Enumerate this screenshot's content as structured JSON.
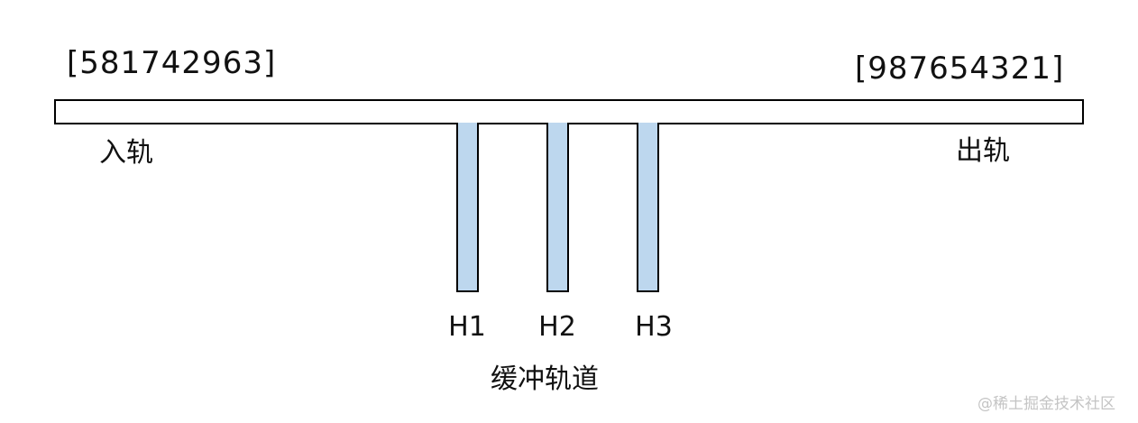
{
  "diagram": {
    "input_sequence": "[581742963]",
    "output_sequence": "[987654321]",
    "input_rail_label": "入轨",
    "output_rail_label": "出轨",
    "buffer_tracks": [
      {
        "label": "H1"
      },
      {
        "label": "H2"
      },
      {
        "label": "H3"
      }
    ],
    "buffer_caption": "缓冲轨道",
    "colors": {
      "track_fill": "#bdd7ee",
      "stroke": "#000000"
    }
  },
  "watermark": "@稀土掘金技术社区"
}
